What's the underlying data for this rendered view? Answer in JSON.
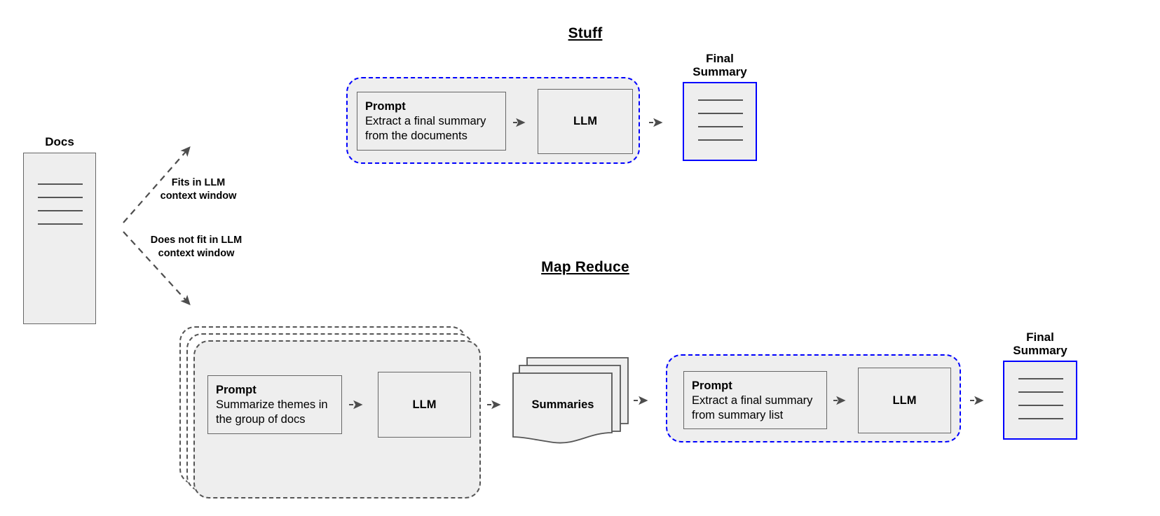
{
  "diagram": {
    "source": {
      "label": "Docs",
      "ruled_line_count": 4
    },
    "branches": [
      {
        "label": "Fits in LLM\ncontext window",
        "direction": "up-right",
        "target": "stuff"
      },
      {
        "label": "Does not fit in LLM\ncontext window",
        "direction": "down-right",
        "target": "map-reduce"
      }
    ],
    "sections": [
      {
        "id": "stuff",
        "title": "Stuff",
        "stages": [
          {
            "id": "stuff-stage",
            "border_color": "#0000ff",
            "prompt": {
              "title": "Prompt",
              "body": "Extract a final summary\nfrom the documents"
            },
            "llm": {
              "label": "LLM"
            }
          }
        ],
        "output": {
          "label": "Final\nSummary",
          "border_color": "#0000ff",
          "ruled_line_count": 4
        }
      },
      {
        "id": "map-reduce",
        "title": "Map Reduce",
        "stages": [
          {
            "id": "map-stage",
            "border_color": "#555555",
            "stacked": true,
            "stack_layers": 3,
            "prompt": {
              "title": "Prompt",
              "body": "Summarize themes in\nthe group of docs"
            },
            "llm": {
              "label": "LLM"
            }
          },
          {
            "id": "reduce-stage",
            "border_color": "#0000ff",
            "stacked": false,
            "prompt": {
              "title": "Prompt",
              "body": "Extract a final summary\nfrom summary list"
            },
            "llm": {
              "label": "LLM"
            }
          }
        ],
        "intermediate": {
          "label": "Summaries",
          "stack_count": 3
        },
        "output": {
          "label": "Final\nSummary",
          "border_color": "#0000ff",
          "ruled_line_count": 4
        }
      }
    ],
    "colors": {
      "fill": "#eeeeee",
      "stroke": "#666666",
      "dashed_gray": "#555555",
      "accent_blue": "#0000ff",
      "arrow": "#4d4d4d"
    }
  }
}
